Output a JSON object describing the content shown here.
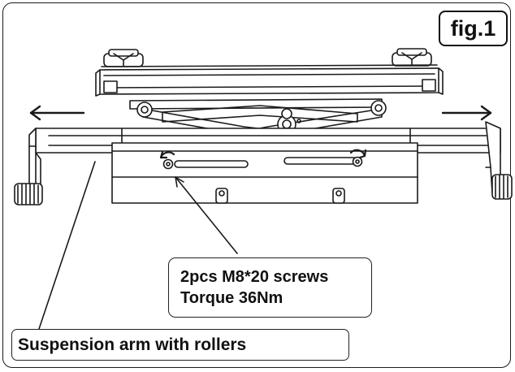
{
  "figure": {
    "label": "fig.1"
  },
  "callouts": {
    "screws_line1": "2pcs M8*20 screws",
    "screws_line2": "Torque 36Nm",
    "arm": "Suspension arm with rollers"
  },
  "colors": {
    "line": "#1a1a1a",
    "background": "#ffffff"
  }
}
